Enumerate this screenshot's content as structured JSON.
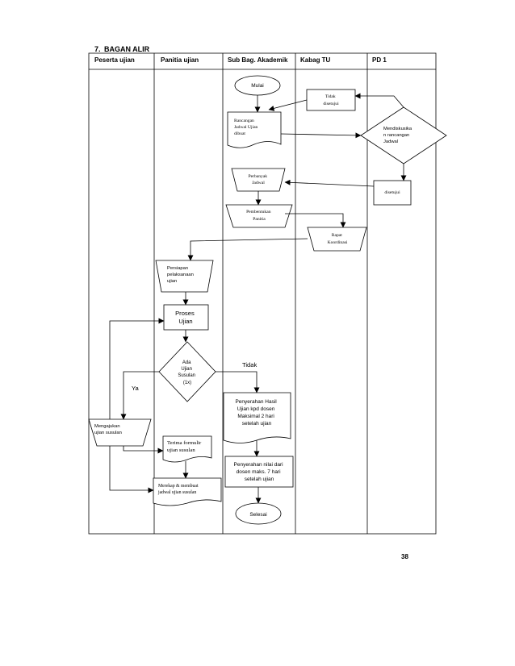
{
  "heading": {
    "number": "7.",
    "title": "BAGAN ALIR"
  },
  "columns": [
    "Peserta ujian",
    "Panitia ujian",
    "Sub Bag. Akademik",
    "Kabag TU",
    "PD 1"
  ],
  "nodes": {
    "mulai": "Mulai",
    "tidak_disetujui": [
      "Tidak",
      "disetujui"
    ],
    "rancangan": [
      "Rancangan",
      "Jadwal Ujian",
      "dibuat"
    ],
    "mendiskusikan": [
      "Mendiskusika",
      "n rancangan",
      "Jadwal"
    ],
    "perbanyak": [
      "Perbanyak",
      "Jadwal"
    ],
    "disetujui": "disetujui",
    "pembentukan": [
      "Pembentukan",
      "Panitia"
    ],
    "rapat": [
      "Rapat",
      "Koordinasi"
    ],
    "persiapan": [
      "Persiapan",
      "pelaksanaan",
      "ujian"
    ],
    "proses": [
      "Proses",
      "Ujian"
    ],
    "ada_ujian": [
      "Ada",
      "Ujian",
      "Susulan",
      "(1x)"
    ],
    "ya": "Ya",
    "tidak": "Tidak",
    "mengajukan": [
      "Mengajukan",
      "ujian susulan"
    ],
    "penyerahan_hasil": [
      "Penyerahan Hasil",
      "Ujian kpd dosen",
      "Maksimal 2 hari",
      "setelah ujian"
    ],
    "terima_formulir": [
      "Terima formulir",
      "ujian susulan"
    ],
    "penyerahan_nilai": [
      "Penyerahan nilai dari",
      "dosen maks. 7 hari",
      "setelah ujian"
    ],
    "merekap": [
      "Merekap & membuat",
      "jadwal ujian susulan"
    ],
    "selesai": "Selesai"
  },
  "page_number": "38"
}
